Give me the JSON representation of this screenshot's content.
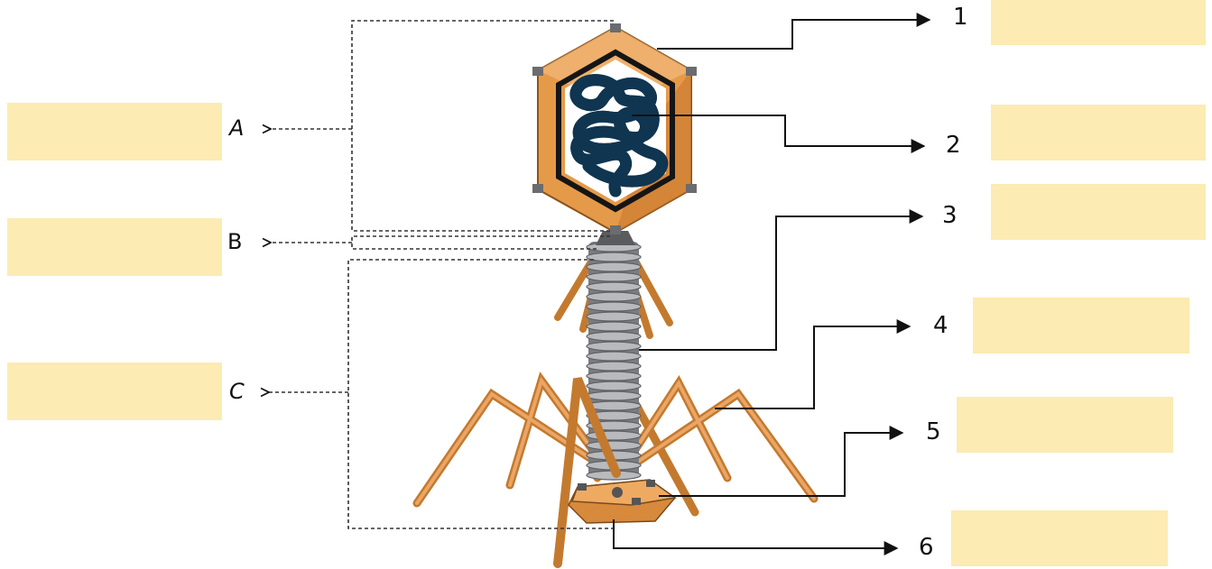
{
  "colors": {
    "answer_box": "#fcebb2",
    "capsid_orange": "#e59a4a",
    "capsid_dark": "#b96b22",
    "dna_blue": "#45b0e0",
    "dna_outline": "#1a4a68",
    "tail_grey": "#8d8f92",
    "line": "#111111"
  },
  "left_labels": [
    "A",
    "B",
    "C"
  ],
  "right_labels": [
    "1",
    "2",
    "3",
    "4",
    "5",
    "6"
  ],
  "answer_boxes": {
    "left": [
      "",
      "",
      ""
    ],
    "right": [
      "",
      "",
      "",
      "",
      "",
      ""
    ]
  }
}
